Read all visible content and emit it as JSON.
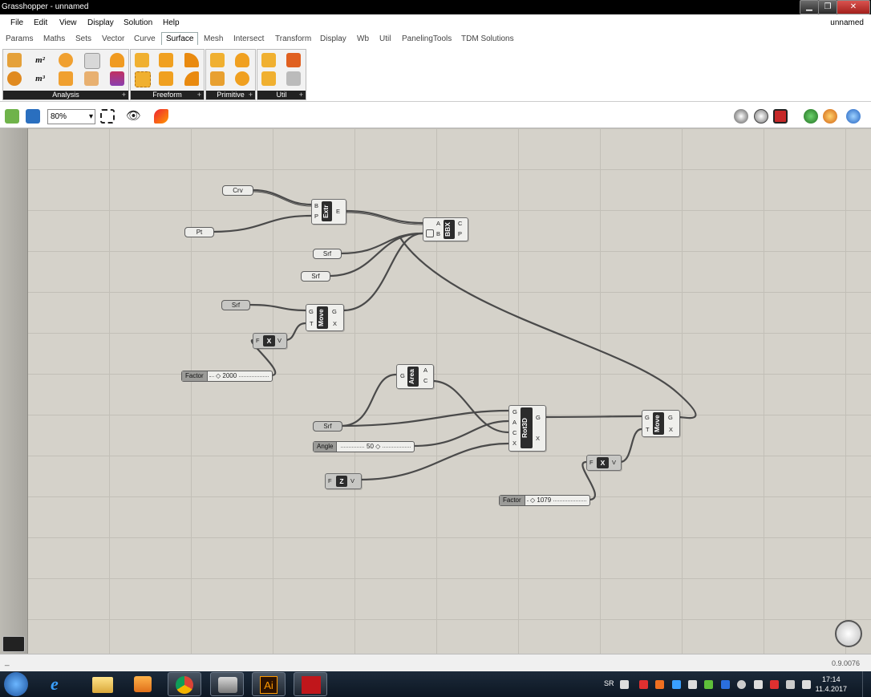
{
  "window": {
    "title": "Grasshopper - unnamed",
    "doc_name": "unnamed",
    "min": "▁",
    "max": "❐",
    "close": "✕"
  },
  "menu": [
    "File",
    "Edit",
    "View",
    "Display",
    "Solution",
    "Help"
  ],
  "tabs": [
    "Params",
    "Maths",
    "Sets",
    "Vector",
    "Curve",
    "Surface",
    "Mesh",
    "Intersect",
    "Transform",
    "Display",
    "Wb",
    "Util",
    "PanelingTools",
    "TDM Solutions"
  ],
  "active_tab": "Surface",
  "panels": [
    "Analysis",
    "Freeform",
    "Primitive",
    "Util"
  ],
  "panel_expander": "+",
  "toolbar": {
    "zoom": "80%"
  },
  "nodes": {
    "extr": {
      "name": "Extr",
      "inputs": [
        "B",
        "P"
      ],
      "outputs": [
        "E"
      ]
    },
    "bbx": {
      "name": "BBX",
      "inputs": [
        "A",
        "B"
      ],
      "outputs": [
        "C",
        "P"
      ]
    },
    "move1": {
      "name": "Move",
      "inputs": [
        "G",
        "T"
      ],
      "outputs": [
        "G",
        "X"
      ]
    },
    "mult1": {
      "name": "X",
      "inputs": [
        "F"
      ],
      "outputs": [
        "V"
      ]
    },
    "area": {
      "name": "Area",
      "inputs": [
        "G"
      ],
      "outputs": [
        "A",
        "C"
      ]
    },
    "rot3d": {
      "name": "Rot3D",
      "inputs": [
        "G",
        "A",
        "C",
        "X"
      ],
      "outputs": [
        "G",
        "X"
      ]
    },
    "unitz": {
      "name": "Z",
      "inputs": [
        "F"
      ],
      "outputs": [
        "V"
      ]
    },
    "mult2": {
      "name": "X",
      "inputs": [
        "F"
      ],
      "outputs": [
        "V"
      ]
    },
    "move2": {
      "name": "Move",
      "inputs": [
        "G",
        "T"
      ],
      "outputs": [
        "G",
        "X"
      ]
    }
  },
  "params": {
    "crv": "Crv",
    "pt": "Pt",
    "srf1": "Srf",
    "srf2": "Srf",
    "srf3": "Srf",
    "srf4": "Srf"
  },
  "sliders": {
    "factor1": {
      "label": "Factor",
      "value": "◇ 2000"
    },
    "angle": {
      "label": "Angle",
      "value": "50 ◇"
    },
    "factor2": {
      "label": "Factor",
      "value": "◇ 1079"
    }
  },
  "status": {
    "left": "_",
    "version": "0.9.0076"
  },
  "taskbar": {
    "lang": "SR",
    "time": "17:14",
    "date": "11.4.2017",
    "ai_label": "Ai"
  },
  "colors": {
    "canvas": "#d5d2ca",
    "wire": "#4a4a4a",
    "node_name_bg": "#2c2c2c",
    "taskbar": "#13202e"
  }
}
